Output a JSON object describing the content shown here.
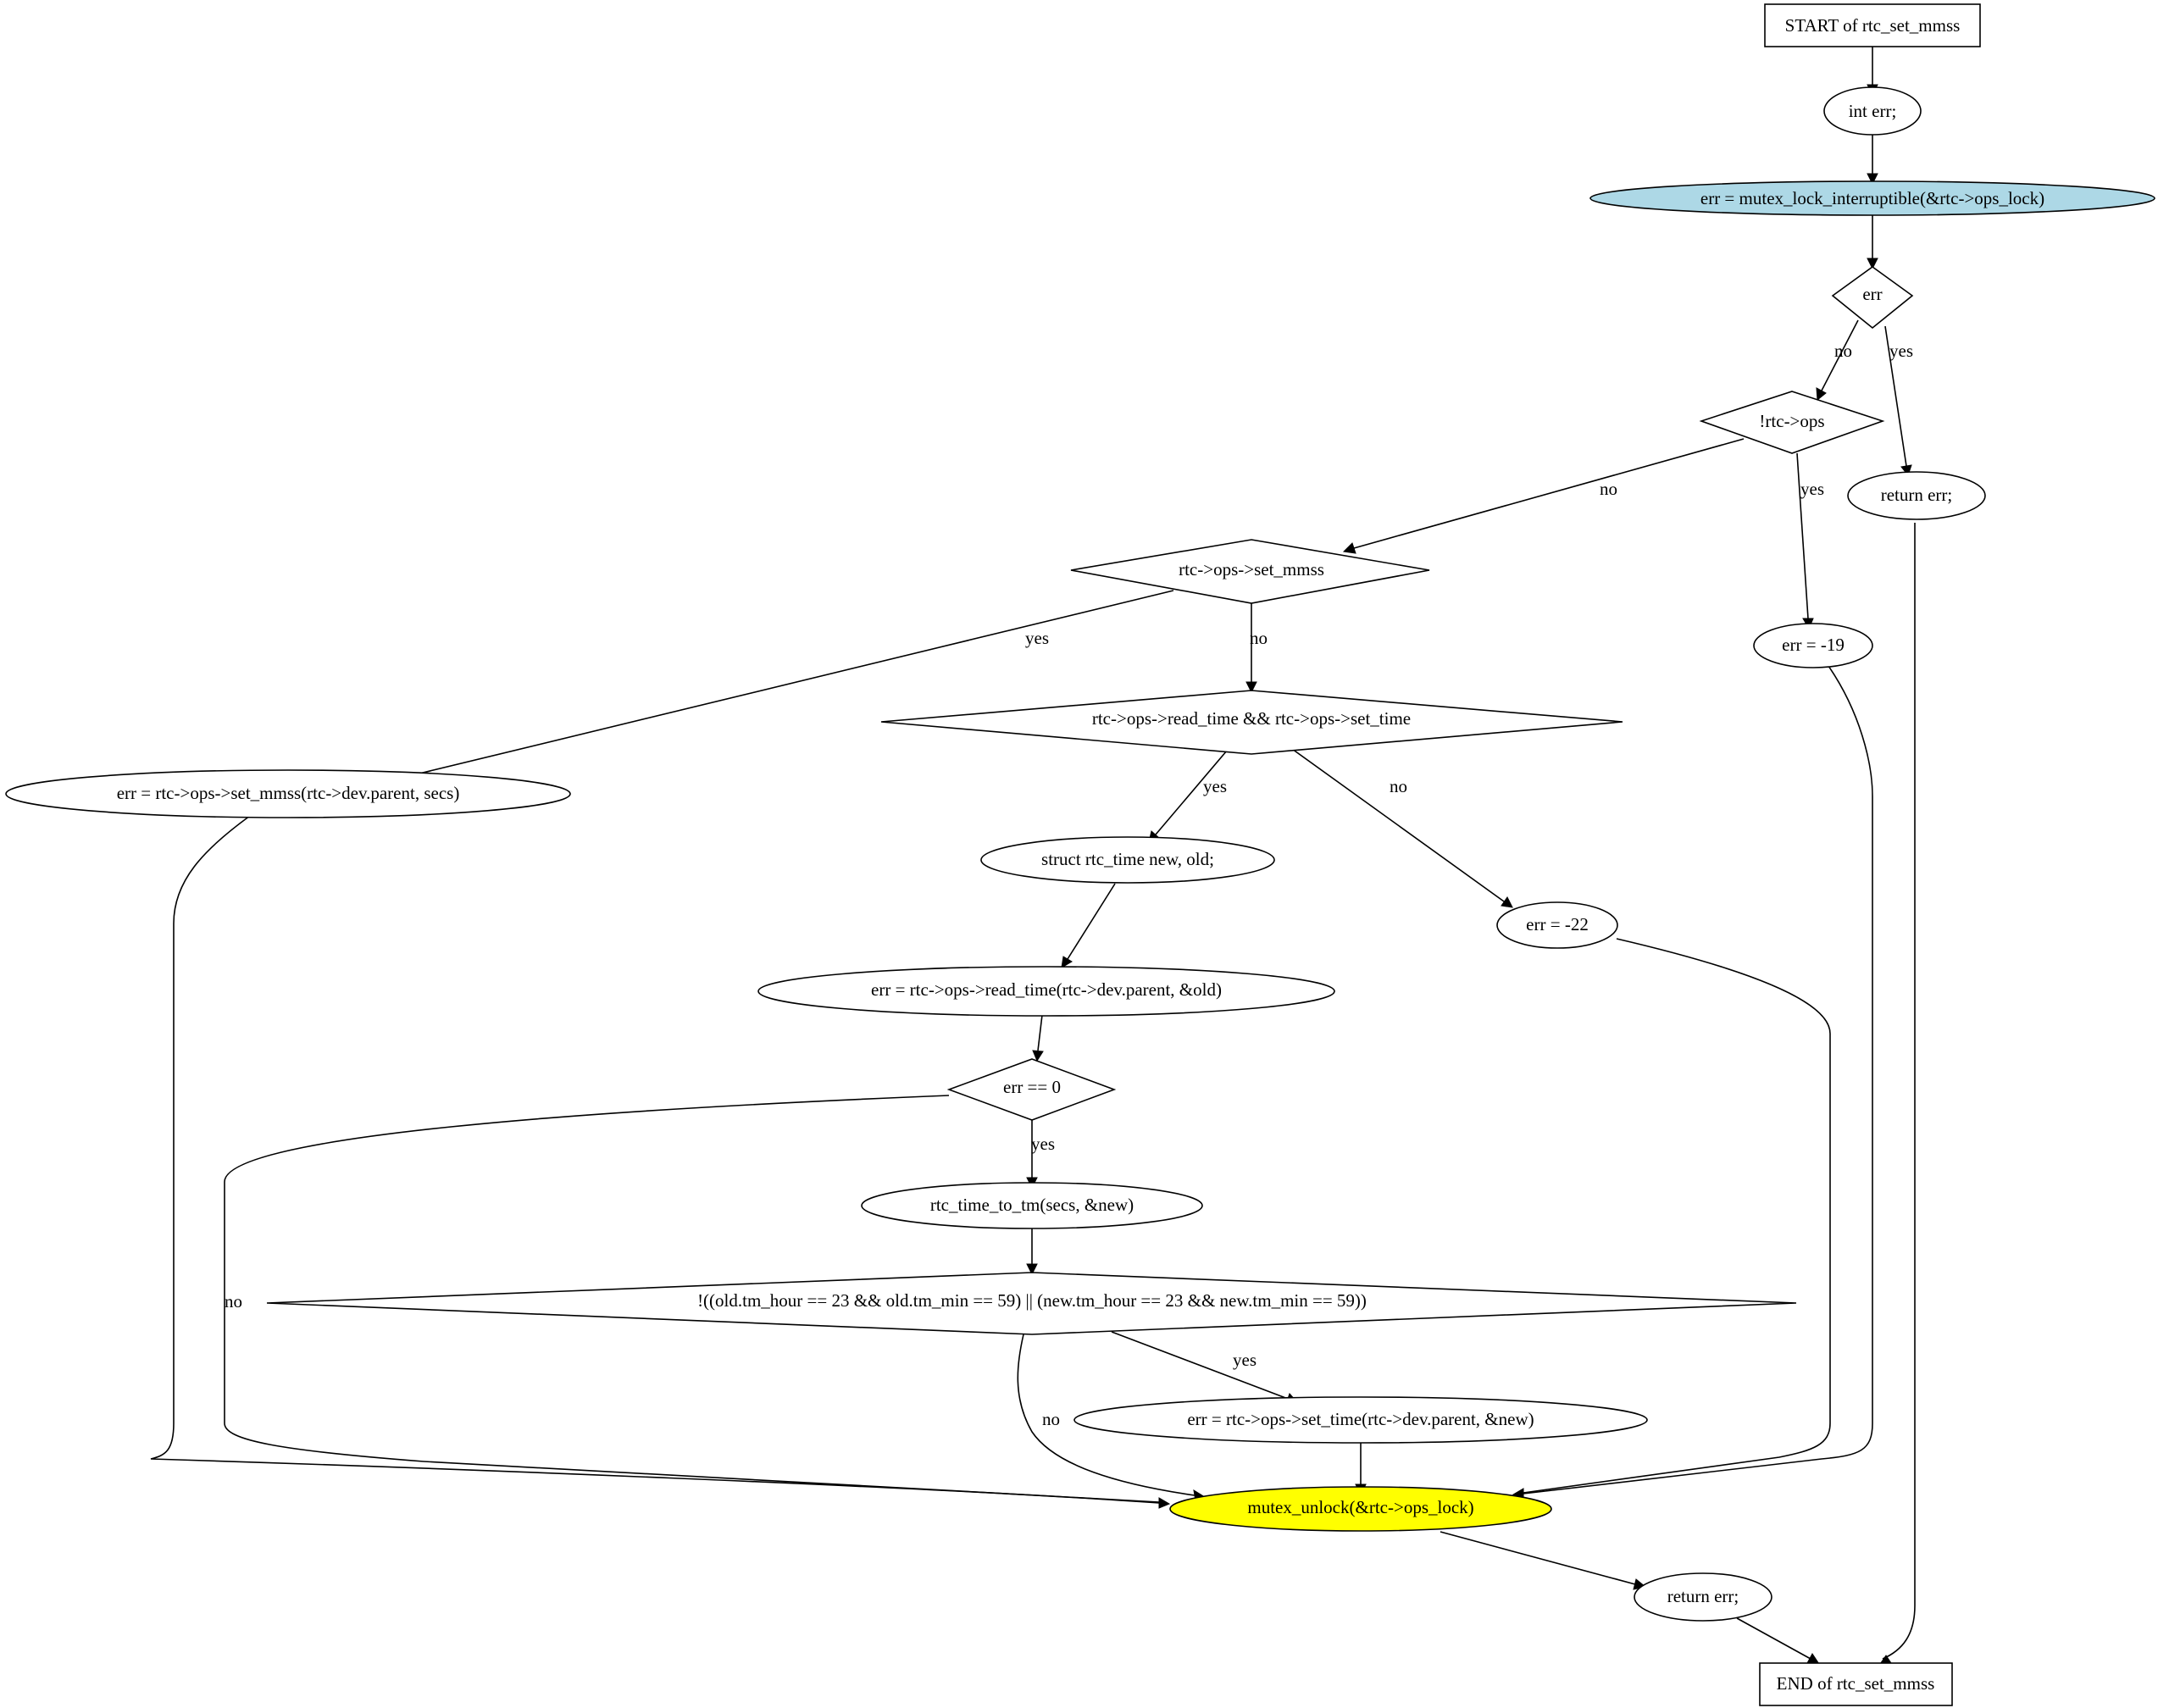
{
  "nodes": {
    "start": "START of rtc_set_mmss",
    "int_err": "int err;",
    "mutex_lock": "err = mutex_lock_interruptible(&rtc->ops_lock)",
    "if_err": "err",
    "if_not_ops": "!rtc->ops",
    "return_err_1": "return err;",
    "if_set_mmss": "rtc->ops->set_mmss",
    "err_neg19": "err = -19",
    "if_read_set_time": "rtc->ops->read_time && rtc->ops->set_time",
    "call_set_mmss": "err = rtc->ops->set_mmss(rtc->dev.parent, secs)",
    "struct_decl": "struct rtc_time new, old;",
    "err_neg22": "err = -22",
    "read_time": "err = rtc->ops->read_time(rtc->dev.parent, &old)",
    "if_err_zero": "err == 0",
    "time_to_tm": "rtc_time_to_tm(secs, &new)",
    "if_hour_check": "!((old.tm_hour == 23 && old.tm_min == 59) || (new.tm_hour == 23 && new.tm_min == 59))",
    "set_time": "err = rtc->ops->set_time(rtc->dev.parent, &new)",
    "mutex_unlock": "mutex_unlock(&rtc->ops_lock)",
    "return_err_2": "return err;",
    "end": "END of rtc_set_mmss"
  },
  "edge_labels": {
    "err_no": "no",
    "err_yes": "yes",
    "ops_no": "no",
    "ops_yes": "yes",
    "mmss_yes": "yes",
    "mmss_no": "no",
    "rw_yes": "yes",
    "rw_no": "no",
    "zero_yes": "yes",
    "zero_no": "no",
    "hour_yes": "yes",
    "hour_no": "no"
  },
  "colors": {
    "mutex_lock_fill": "#add8e6",
    "mutex_unlock_fill": "#ffff00",
    "default_fill": "#ffffff",
    "stroke": "#000000"
  }
}
